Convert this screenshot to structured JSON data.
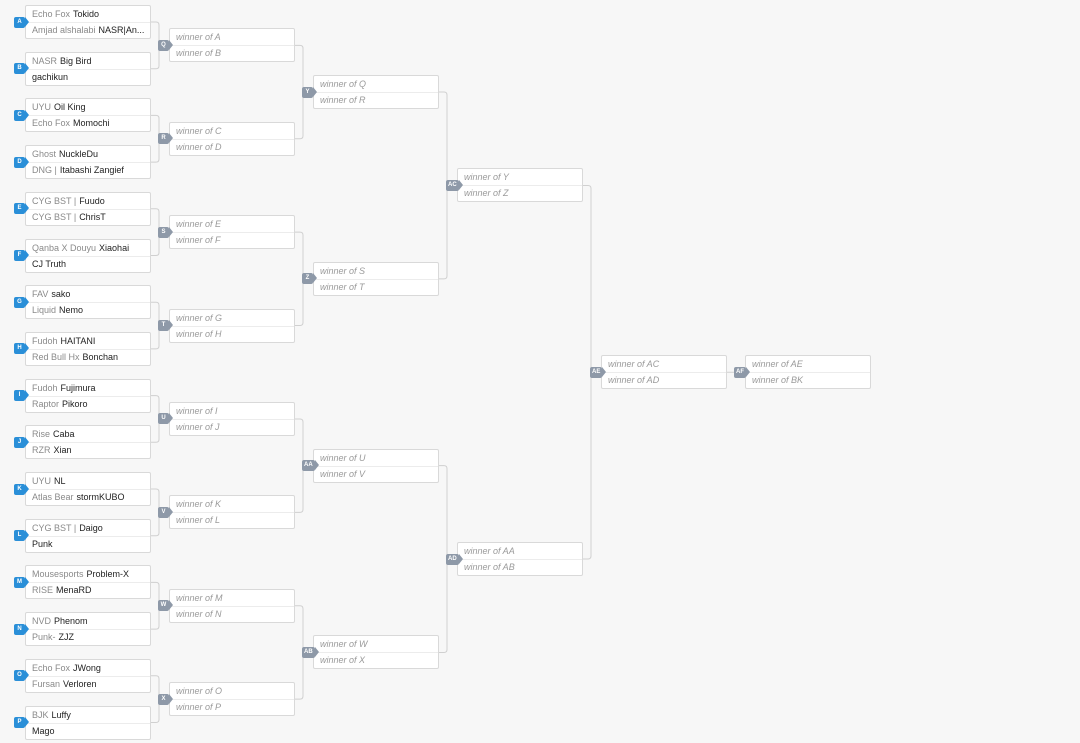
{
  "bracket": {
    "rounds": [
      {
        "matches": [
          {
            "id": "A",
            "slots": [
              {
                "tag": "Echo Fox",
                "handle": "Tokido"
              },
              {
                "tag": "Amjad alshalabi",
                "handle": "NASR|An..."
              }
            ]
          },
          {
            "id": "B",
            "slots": [
              {
                "tag": "NASR",
                "handle": "Big Bird"
              },
              {
                "tag": "",
                "handle": "gachikun"
              }
            ]
          },
          {
            "id": "C",
            "slots": [
              {
                "tag": "UYU",
                "handle": "Oil King"
              },
              {
                "tag": "Echo Fox",
                "handle": "Momochi"
              }
            ]
          },
          {
            "id": "D",
            "slots": [
              {
                "tag": "Ghost",
                "handle": "NuckleDu"
              },
              {
                "tag": "DNG |",
                "handle": "Itabashi Zangief"
              }
            ]
          },
          {
            "id": "E",
            "slots": [
              {
                "tag": "CYG BST |",
                "handle": "Fuudo"
              },
              {
                "tag": "CYG BST |",
                "handle": "ChrisT"
              }
            ]
          },
          {
            "id": "F",
            "slots": [
              {
                "tag": "Qanba X Douyu",
                "handle": "Xiaohai"
              },
              {
                "tag": "",
                "handle": "CJ Truth"
              }
            ]
          },
          {
            "id": "G",
            "slots": [
              {
                "tag": "FAV",
                "handle": "sako"
              },
              {
                "tag": "Liquid",
                "handle": "Nemo"
              }
            ]
          },
          {
            "id": "H",
            "slots": [
              {
                "tag": "Fudoh",
                "handle": "HAITANI"
              },
              {
                "tag": "Red Bull Hx",
                "handle": "Bonchan"
              }
            ]
          },
          {
            "id": "I",
            "slots": [
              {
                "tag": "Fudoh",
                "handle": "Fujimura"
              },
              {
                "tag": "Raptor",
                "handle": "Pikoro"
              }
            ]
          },
          {
            "id": "J",
            "slots": [
              {
                "tag": "Rise",
                "handle": "Caba"
              },
              {
                "tag": "RZR",
                "handle": "Xian"
              }
            ]
          },
          {
            "id": "K",
            "slots": [
              {
                "tag": "UYU",
                "handle": "NL"
              },
              {
                "tag": "Atlas Bear",
                "handle": "stormKUBO"
              }
            ]
          },
          {
            "id": "L",
            "slots": [
              {
                "tag": "CYG BST |",
                "handle": "Daigo"
              },
              {
                "tag": "",
                "handle": "Punk"
              }
            ]
          },
          {
            "id": "M",
            "slots": [
              {
                "tag": "Mousesports",
                "handle": "Problem-X"
              },
              {
                "tag": "RISE",
                "handle": "MenaRD"
              }
            ]
          },
          {
            "id": "N",
            "slots": [
              {
                "tag": "NVD",
                "handle": "Phenom"
              },
              {
                "tag": "Punk-",
                "handle": "ZJZ"
              }
            ]
          },
          {
            "id": "O",
            "slots": [
              {
                "tag": "Echo Fox",
                "handle": "JWong"
              },
              {
                "tag": "Fursan",
                "handle": "Verloren"
              }
            ]
          },
          {
            "id": "P",
            "slots": [
              {
                "tag": "BJK",
                "handle": "Luffy"
              },
              {
                "tag": "",
                "handle": "Mago"
              }
            ]
          }
        ]
      },
      {
        "matches": [
          {
            "id": "Q",
            "slots": [
              {
                "placeholder": "winner of A"
              },
              {
                "placeholder": "winner of B"
              }
            ]
          },
          {
            "id": "R",
            "slots": [
              {
                "placeholder": "winner of C"
              },
              {
                "placeholder": "winner of D"
              }
            ]
          },
          {
            "id": "S",
            "slots": [
              {
                "placeholder": "winner of E"
              },
              {
                "placeholder": "winner of F"
              }
            ]
          },
          {
            "id": "T",
            "slots": [
              {
                "placeholder": "winner of G"
              },
              {
                "placeholder": "winner of H"
              }
            ]
          },
          {
            "id": "U",
            "slots": [
              {
                "placeholder": "winner of I"
              },
              {
                "placeholder": "winner of J"
              }
            ]
          },
          {
            "id": "V",
            "slots": [
              {
                "placeholder": "winner of K"
              },
              {
                "placeholder": "winner of L"
              }
            ]
          },
          {
            "id": "W",
            "slots": [
              {
                "placeholder": "winner of M"
              },
              {
                "placeholder": "winner of N"
              }
            ]
          },
          {
            "id": "X",
            "slots": [
              {
                "placeholder": "winner of O"
              },
              {
                "placeholder": "winner of P"
              }
            ]
          }
        ]
      },
      {
        "matches": [
          {
            "id": "Y",
            "slots": [
              {
                "placeholder": "winner of Q"
              },
              {
                "placeholder": "winner of R"
              }
            ]
          },
          {
            "id": "Z",
            "slots": [
              {
                "placeholder": "winner of S"
              },
              {
                "placeholder": "winner of T"
              }
            ]
          },
          {
            "id": "AA",
            "slots": [
              {
                "placeholder": "winner of U"
              },
              {
                "placeholder": "winner of V"
              }
            ]
          },
          {
            "id": "AB",
            "slots": [
              {
                "placeholder": "winner of W"
              },
              {
                "placeholder": "winner of X"
              }
            ]
          }
        ]
      },
      {
        "matches": [
          {
            "id": "AC",
            "slots": [
              {
                "placeholder": "winner of Y"
              },
              {
                "placeholder": "winner of Z"
              }
            ]
          },
          {
            "id": "AD",
            "slots": [
              {
                "placeholder": "winner of AA"
              },
              {
                "placeholder": "winner of AB"
              }
            ]
          }
        ]
      },
      {
        "matches": [
          {
            "id": "AE",
            "slots": [
              {
                "placeholder": "winner of AC"
              },
              {
                "placeholder": "winner of AD"
              }
            ]
          }
        ]
      },
      {
        "matches": [
          {
            "id": "AF",
            "slots": [
              {
                "placeholder": "winner of AE"
              },
              {
                "placeholder": "winner of BK"
              }
            ]
          }
        ]
      }
    ]
  }
}
